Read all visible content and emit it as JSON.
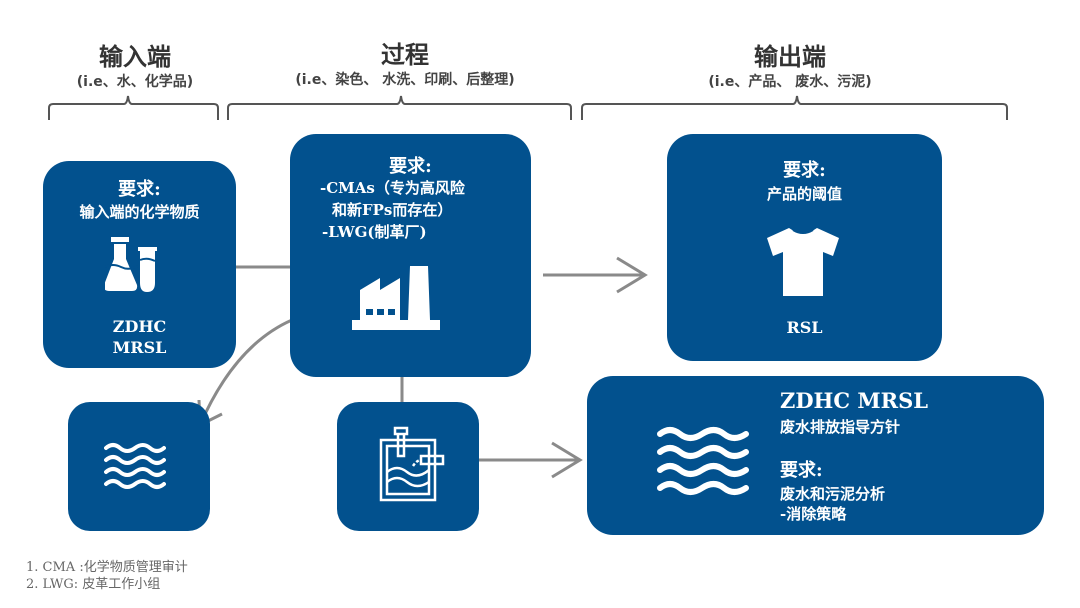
{
  "headers": {
    "input": {
      "title": "输入端",
      "subtitle": "(i.e、水、化学品)"
    },
    "process": {
      "title": "过程",
      "subtitle": "(i.e、染色、 水洗、印刷、后整理)"
    },
    "output": {
      "title": "输出端",
      "subtitle": "(i.e、产品、 废水、污泥)"
    }
  },
  "boxes": {
    "input": {
      "req_label": "要求:",
      "req_text": "输入端的化学物质",
      "icon": "lab-flask-icon",
      "line1": "ZDHC",
      "line2": "MRSL"
    },
    "process": {
      "req_label": "要求:",
      "items": [
        "-CMAs（专为高风险",
        "和新FPs而存在）",
        "-LWG(制革厂)"
      ],
      "icon": "factory-icon"
    },
    "product": {
      "req_label": "要求:",
      "req_text": "产品的阈值",
      "icon": "t-shirt-icon",
      "label": "RSL"
    },
    "water_small": {
      "icon": "water-waves-icon"
    },
    "treatment": {
      "icon": "wastewater-tank-icon"
    },
    "wastewater": {
      "icon": "water-waves-icon",
      "title": "ZDHC MRSL",
      "subtitle": "废水排放指导方针",
      "req_label": "要求:",
      "items": [
        "废水和污泥分析",
        "-消除策略"
      ]
    }
  },
  "footnotes": [
    "1. CMA :化学物质管理审计",
    "2. LWG: 皮革工作小组"
  ],
  "colors": {
    "box": "#02518e",
    "arrow": "#8a8a8a",
    "bracket": "#555555"
  }
}
